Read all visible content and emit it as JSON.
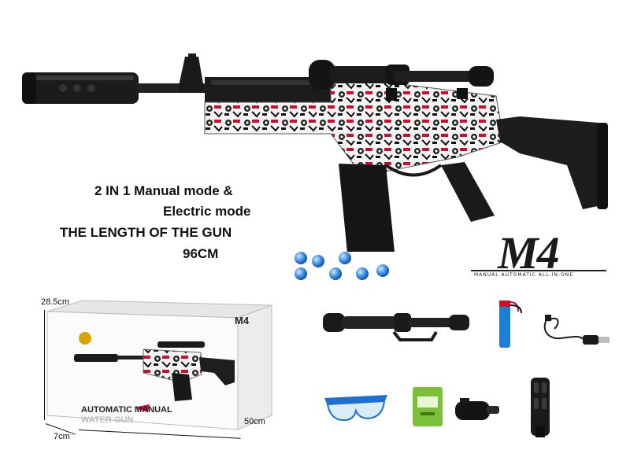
{
  "specs": {
    "line1": "2 IN 1 Manual mode &",
    "line2": "Electric mode",
    "line3": "THE LENGTH OF THE GUN",
    "line4": "96CM"
  },
  "logo": {
    "title": "M4",
    "subtitle": "MANUAL AUTOMATIC ALL-IN-ONE"
  },
  "package": {
    "height_label": "28.5cm",
    "width_label": "50cm",
    "depth_label": "7cm",
    "box_model": "M4",
    "box_title": "AUTOMATIC MANUAL",
    "box_sub": "WATER GUN"
  },
  "accessories": [
    {
      "name": "scope"
    },
    {
      "name": "battery"
    },
    {
      "name": "usb-charging-cable"
    },
    {
      "name": "safety-goggles"
    },
    {
      "name": "water-bead-pack"
    },
    {
      "name": "shoulder-strap"
    },
    {
      "name": "muzzle-suppressor"
    }
  ]
}
